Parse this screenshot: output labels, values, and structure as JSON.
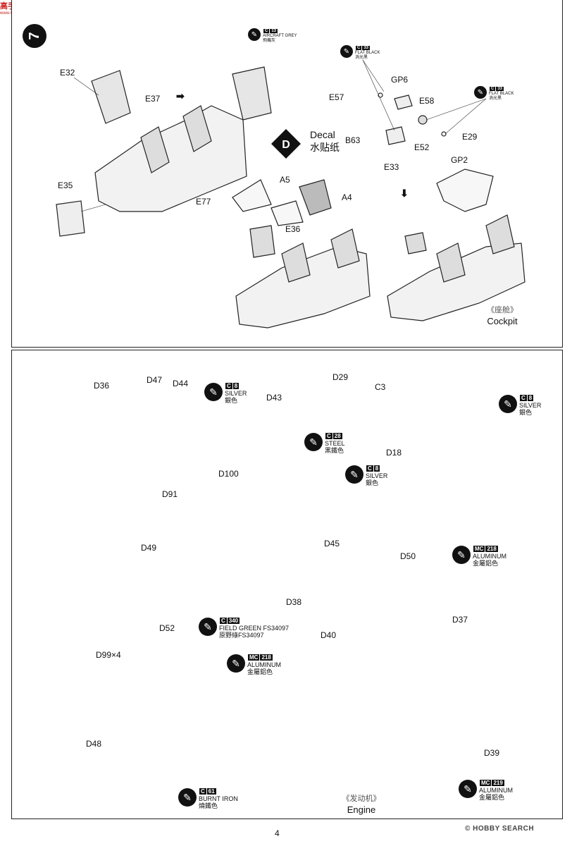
{
  "watermark": {
    "site": "高手网",
    "url": "www.moshu-jun.com"
  },
  "step": {
    "number": "7"
  },
  "top": {
    "paints": [
      {
        "code": "C",
        "num": "13",
        "name": "AIRCRAFT GREY",
        "cn": "飛機灰"
      },
      {
        "code": "C",
        "num": "33",
        "name": "FLAT BLACK",
        "cn": "消光黑"
      },
      {
        "code": "C",
        "num": "33",
        "name": "FLAT BLACK",
        "cn": "消光黑"
      }
    ],
    "labels": {
      "E32": "E32",
      "E37": "E37",
      "E35": "E35",
      "E77": "E77",
      "A5": "A5",
      "A4": "A4",
      "E36": "E36",
      "B63": "B63",
      "GP6": "GP6",
      "E57": "E57",
      "E58": "E58",
      "E29": "E29",
      "E52": "E52",
      "E33": "E33",
      "GP2": "GP2"
    },
    "decal": {
      "en": "Decal",
      "cn": "水贴纸",
      "badge": "D"
    },
    "caption": {
      "cn": "《座舱》",
      "en": "Cockpit"
    }
  },
  "bottom": {
    "paints": [
      {
        "code": "C",
        "num": "8",
        "name": "SILVER",
        "cn": "銀色"
      },
      {
        "code": "C",
        "num": "8",
        "name": "SILVER",
        "cn": "銀色"
      },
      {
        "code": "C",
        "num": "28",
        "name": "STEEL",
        "cn": "黑鐵色"
      },
      {
        "code": "C",
        "num": "8",
        "name": "SILVER",
        "cn": "銀色"
      },
      {
        "code": "MC",
        "num": "218",
        "name": "ALUMINUM",
        "cn": "金屬鋁色"
      },
      {
        "code": "C",
        "num": "340",
        "name": "FIELD GREEN FS34097",
        "cn": "原野綠FS34097"
      },
      {
        "code": "MC",
        "num": "218",
        "name": "ALUMINUM",
        "cn": "金屬鋁色"
      },
      {
        "code": "C",
        "num": "61",
        "name": "BURNT IRON",
        "cn": "燒鐵色"
      },
      {
        "code": "MC",
        "num": "219",
        "name": "ALUMINUM",
        "cn": "金屬鋁色"
      }
    ],
    "labels": {
      "D36": "D36",
      "D47": "D47",
      "D44": "D44",
      "D43": "D43",
      "D29": "D29",
      "C3": "C3",
      "D18": "D18",
      "D91": "D91",
      "D100": "D100",
      "D49": "D49",
      "D45": "D45",
      "D50": "D50",
      "D38": "D38",
      "D37": "D37",
      "D52": "D52",
      "D40": "D40",
      "D99": "D99×4",
      "D48": "D48",
      "D39": "D39"
    },
    "caption": {
      "cn": "《发动机》",
      "en": "Engine"
    }
  },
  "page": {
    "number": "4",
    "brand": "© HOBBY SEARCH"
  }
}
